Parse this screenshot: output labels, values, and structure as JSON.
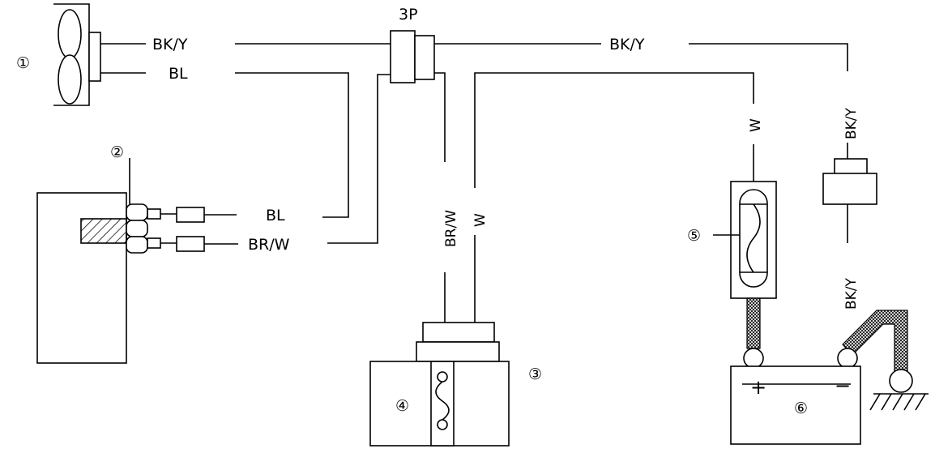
{
  "diagram": {
    "connector_label": "3P",
    "wire_labels": {
      "fan_bk_y": "BK/Y",
      "fan_bl": "BL",
      "sw_bl": "BL",
      "sw_br_w": "BR/W",
      "top_bk_y": "BK/Y",
      "vert_br_w": "BR/W",
      "vert_w": "W",
      "fuse_w": "W",
      "right_bk_y_top": "BK/Y",
      "right_bk_y_bottom": "BK/Y"
    },
    "callouts": [
      "①",
      "②",
      "③",
      "④",
      "⑤",
      "⑥"
    ],
    "battery_plus": "+",
    "battery_minus": "−"
  }
}
